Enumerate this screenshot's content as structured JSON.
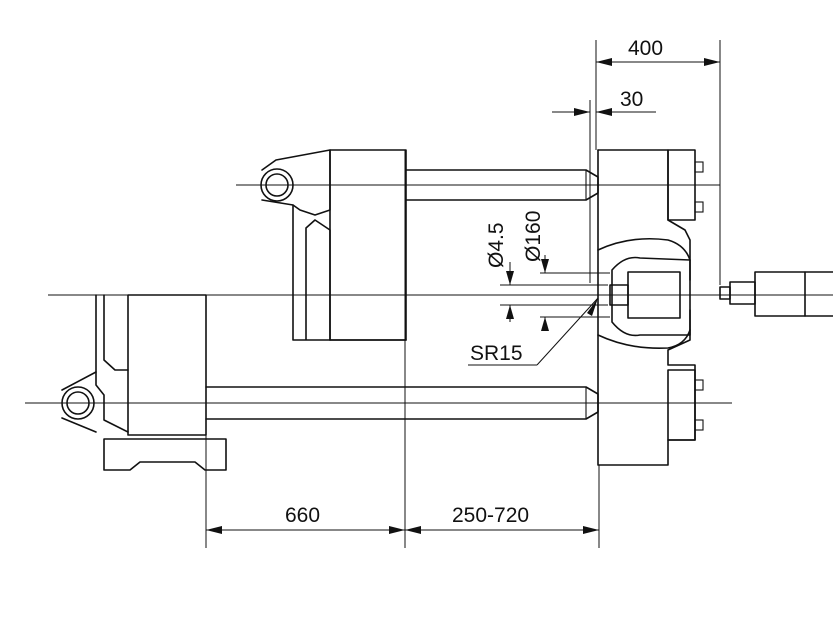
{
  "drawing": {
    "dimensions": {
      "stroke_400": "400",
      "stroke_30": "30",
      "dia_4_5": "Ø4.5",
      "dia_160": "Ø160",
      "radius_sr15": "SR15",
      "length_660": "660",
      "range_250_720": "250-720"
    }
  }
}
